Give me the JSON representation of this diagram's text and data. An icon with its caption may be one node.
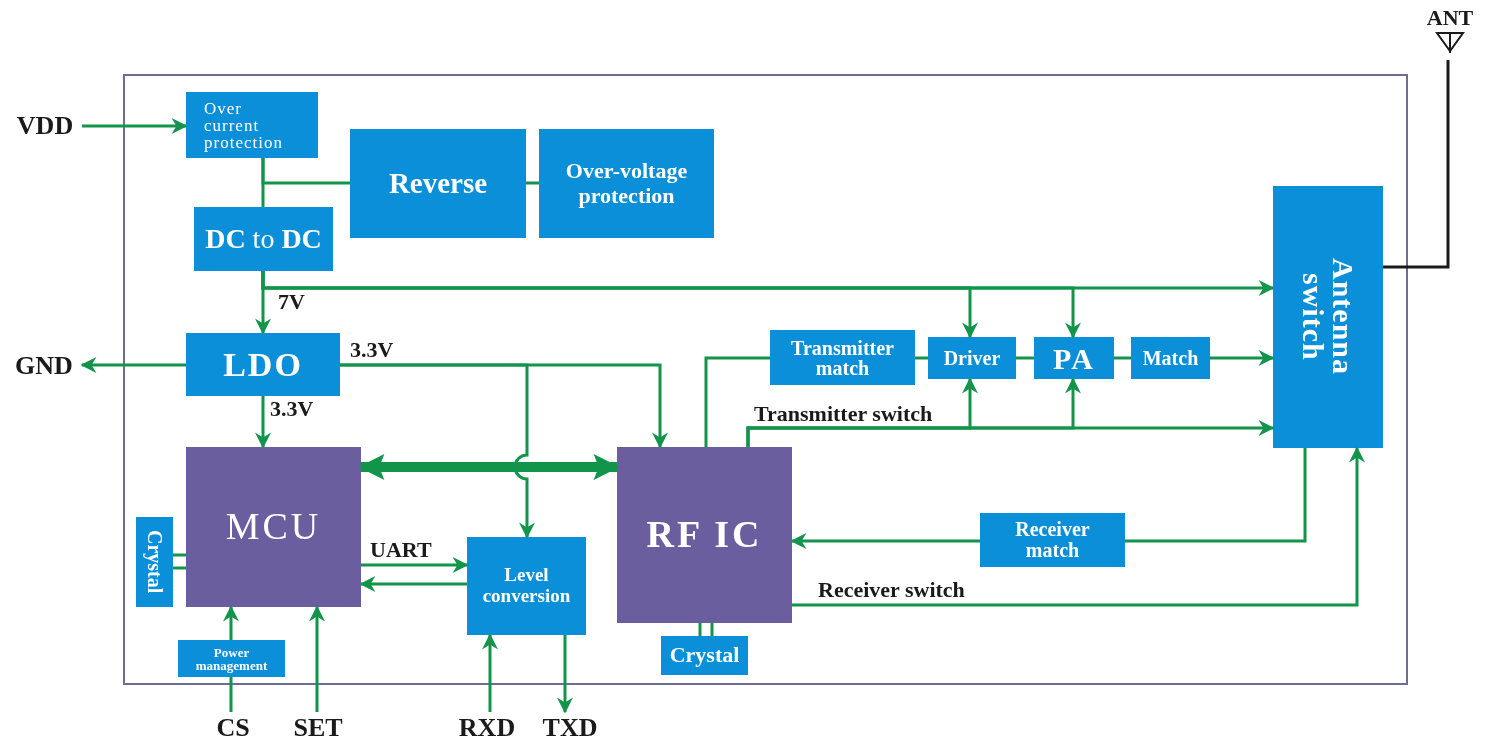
{
  "diagram": {
    "nodes": [
      {
        "text": [],
        "shape": "box"
      },
      {
        "text": [
          "VDD"
        ]
      },
      {
        "text": [
          "GND"
        ]
      },
      {
        "text": [
          "Over current protection"
        ],
        "in": 0
      },
      {
        "text": [
          "Reverse"
        ],
        "in": 0
      },
      {
        "text": [
          "Over-voltage protection"
        ],
        "in": 0
      },
      {
        "text": [
          "**DC** to **DC**"
        ],
        "in": 0
      },
      {
        "text": [
          "LDO"
        ],
        "in": 0
      },
      {
        "text": [
          "MCU"
        ],
        "in": 0
      },
      {
        "text": [
          "Crystal"
        ],
        "in": 0
      },
      {
        "text": [
          "Power management"
        ],
        "in": 0
      },
      {
        "text": [
          "Level conversion"
        ],
        "in": 0
      },
      {
        "text": [
          "RF IC"
        ],
        "in": 0
      },
      {
        "text": [
          "Crystal"
        ],
        "in": 0
      },
      {
        "text": [
          "Transmitter match"
        ],
        "in": 0
      },
      {
        "text": [
          "Driver"
        ],
        "in": 0
      },
      {
        "text": [
          "PA"
        ],
        "in": 0
      },
      {
        "text": [
          "Match"
        ],
        "in": 0
      },
      {
        "text": [
          "Antenna switch"
        ],
        "in": 0
      },
      {
        "text": [
          "Receiver match"
        ],
        "in": 0
      },
      {
        "text": [
          "ANT"
        ]
      },
      {
        "text": [
          "CS"
        ]
      },
      {
        "text": [
          "SET"
        ]
      },
      {
        "text": [
          "RXD"
        ]
      },
      {
        "text": [
          "TXD"
        ]
      }
    ],
    "edges": [
      {
        "from": 1,
        "to": 3,
        "arrow": "to"
      },
      {
        "from": 3,
        "to": 6,
        "arrow": "none"
      },
      {
        "from": 3,
        "to": 4,
        "arrow": "none"
      },
      {
        "from": 4,
        "to": 5,
        "arrow": "none"
      },
      {
        "from": 6,
        "to": 7,
        "arrow": "to",
        "label": "7V"
      },
      {
        "from": 6,
        "to": 18,
        "arrow": "to"
      },
      {
        "from": 6,
        "to": 15,
        "arrow": "to"
      },
      {
        "from": 6,
        "to": 16,
        "arrow": "to"
      },
      {
        "from": 7,
        "to": 2,
        "arrow": "to"
      },
      {
        "from": 7,
        "to": 8,
        "arrow": "to",
        "label": "3.3V"
      },
      {
        "from": 7,
        "to": 12,
        "arrow": "to",
        "label": "3.3V"
      },
      {
        "from": 7,
        "to": 11,
        "arrow": "to"
      },
      {
        "from": 8,
        "to": 12,
        "arrow": "both",
        "style": "thick"
      },
      {
        "from": 8,
        "to": 11,
        "arrow": "to",
        "label": "UART"
      },
      {
        "from": 11,
        "to": 8,
        "arrow": "to"
      },
      {
        "from": 9,
        "to": 8,
        "arrow": "none"
      },
      {
        "from": 9,
        "to": 8,
        "arrow": "none"
      },
      {
        "from": 10,
        "to": 8,
        "arrow": "to"
      },
      {
        "from": 21,
        "to": 10,
        "arrow": "none"
      },
      {
        "from": 22,
        "to": 8,
        "arrow": "to"
      },
      {
        "from": 23,
        "to": 11,
        "arrow": "to"
      },
      {
        "from": 11,
        "to": 24,
        "arrow": "to"
      },
      {
        "from": 12,
        "to": 14,
        "arrow": "none"
      },
      {
        "from": 14,
        "to": 15,
        "arrow": "none"
      },
      {
        "from": 15,
        "to": 16,
        "arrow": "none"
      },
      {
        "from": 16,
        "to": 17,
        "arrow": "none"
      },
      {
        "from": 17,
        "to": 18,
        "arrow": "to"
      },
      {
        "from": 12,
        "to": 18,
        "arrow": "to",
        "label": "Transmitter switch"
      },
      {
        "from": 12,
        "to": 15,
        "arrow": "to"
      },
      {
        "from": 12,
        "to": 16,
        "arrow": "to"
      },
      {
        "from": 18,
        "to": 19,
        "arrow": "none"
      },
      {
        "from": 19,
        "to": 12,
        "arrow": "to"
      },
      {
        "from": 12,
        "to": 18,
        "arrow": "to",
        "label": "Receiver switch"
      },
      {
        "from": 18,
        "to": 20,
        "arrow": "none",
        "color": "#1a1a1a"
      },
      {
        "from": 13,
        "to": 12,
        "arrow": "none"
      },
      {
        "from": 13,
        "to": 12,
        "arrow": "none"
      }
    ]
  }
}
